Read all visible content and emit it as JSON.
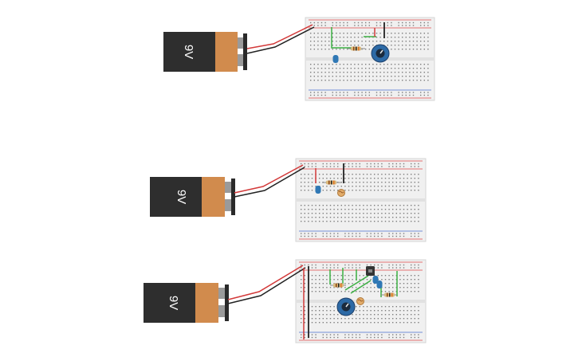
{
  "colors": {
    "background": "#ffffff",
    "battery_body": "#2e2e2e",
    "battery_cap": "#d18b4d",
    "terminal": "#9a9a9a",
    "clip": "#2a2a2a",
    "wire_red": "#d33a3a",
    "wire_black": "#222222",
    "wire_green": "#3cb043",
    "board": "#f0f0f0",
    "board_edge": "#d4d4d4",
    "hole": "#7d7d7d",
    "rail_red": "#e04848",
    "rail_blue": "#4a6fd0",
    "led_blue": "#2f78b5",
    "pot_blue": "#2d6aa6",
    "photoresistor": "#e2ac6a",
    "resistor_body": "#d9b87a",
    "transistor": "#333333"
  },
  "circuits": [
    {
      "name": "circuit-top",
      "battery_label": "9V",
      "components": [
        "led-icon",
        "resistor-icon",
        "potentiometer-icon"
      ]
    },
    {
      "name": "circuit-middle",
      "battery_label": "9V",
      "components": [
        "led-icon",
        "resistor-icon",
        "photoresistor-icon"
      ]
    },
    {
      "name": "circuit-bottom",
      "battery_label": "9V",
      "components": [
        "resistor-icon",
        "photoresistor-icon",
        "potentiometer-icon",
        "led-icon",
        "transistor-icon"
      ]
    }
  ]
}
